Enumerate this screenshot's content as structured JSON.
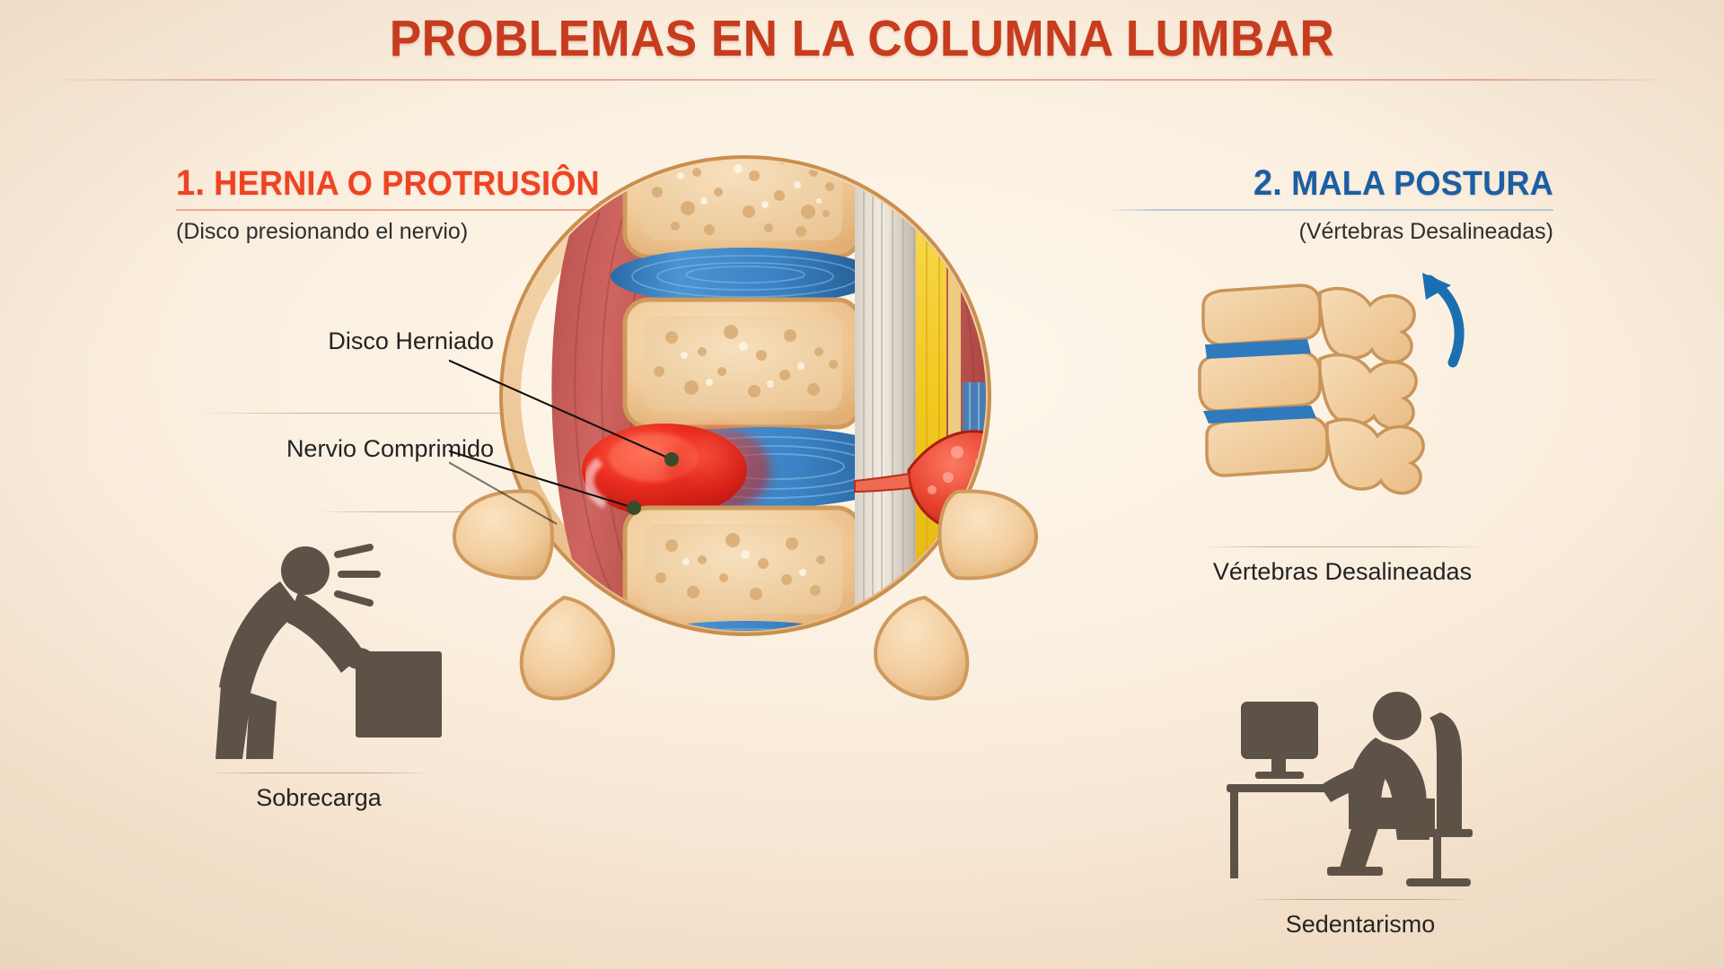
{
  "title": "PROBLEMAS EN LA COLUMNA LUMBAR",
  "sections": [
    {
      "number": "1.",
      "heading": "HERNIA O PROTRUSIÔN",
      "subtitle": "(Disco presionando el nervio)",
      "accent": "#ee4423"
    },
    {
      "number": "2.",
      "heading": "MALA POSTURA",
      "subtitle": "(Vértebras Desalineadas)",
      "accent": "#1a5fa5"
    }
  ],
  "callouts": [
    {
      "label": "Disco Herniado"
    },
    {
      "label": "Nervio Comprimido"
    }
  ],
  "pictograms": [
    {
      "caption": "Sobrecarga",
      "icon": "person-lifting-box-icon"
    },
    {
      "caption": "Vértebras Desalineadas",
      "icon": "misaligned-spine-icon"
    },
    {
      "caption": "Sedentarismo",
      "icon": "person-at-desk-icon"
    }
  ],
  "colors": {
    "background": "#fbf1e2",
    "title_red": "#c83c1e",
    "heading_red": "#ee4423",
    "heading_blue": "#1a5fa5",
    "body_text": "#232323",
    "pictogram": "#5d5248",
    "bone": "#f0cb9a",
    "disc_blue": "#2f79bd",
    "hernia_red": "#e8291f",
    "muscle_red": "#c8504a",
    "nerve_yellow": "#f5d23a"
  }
}
